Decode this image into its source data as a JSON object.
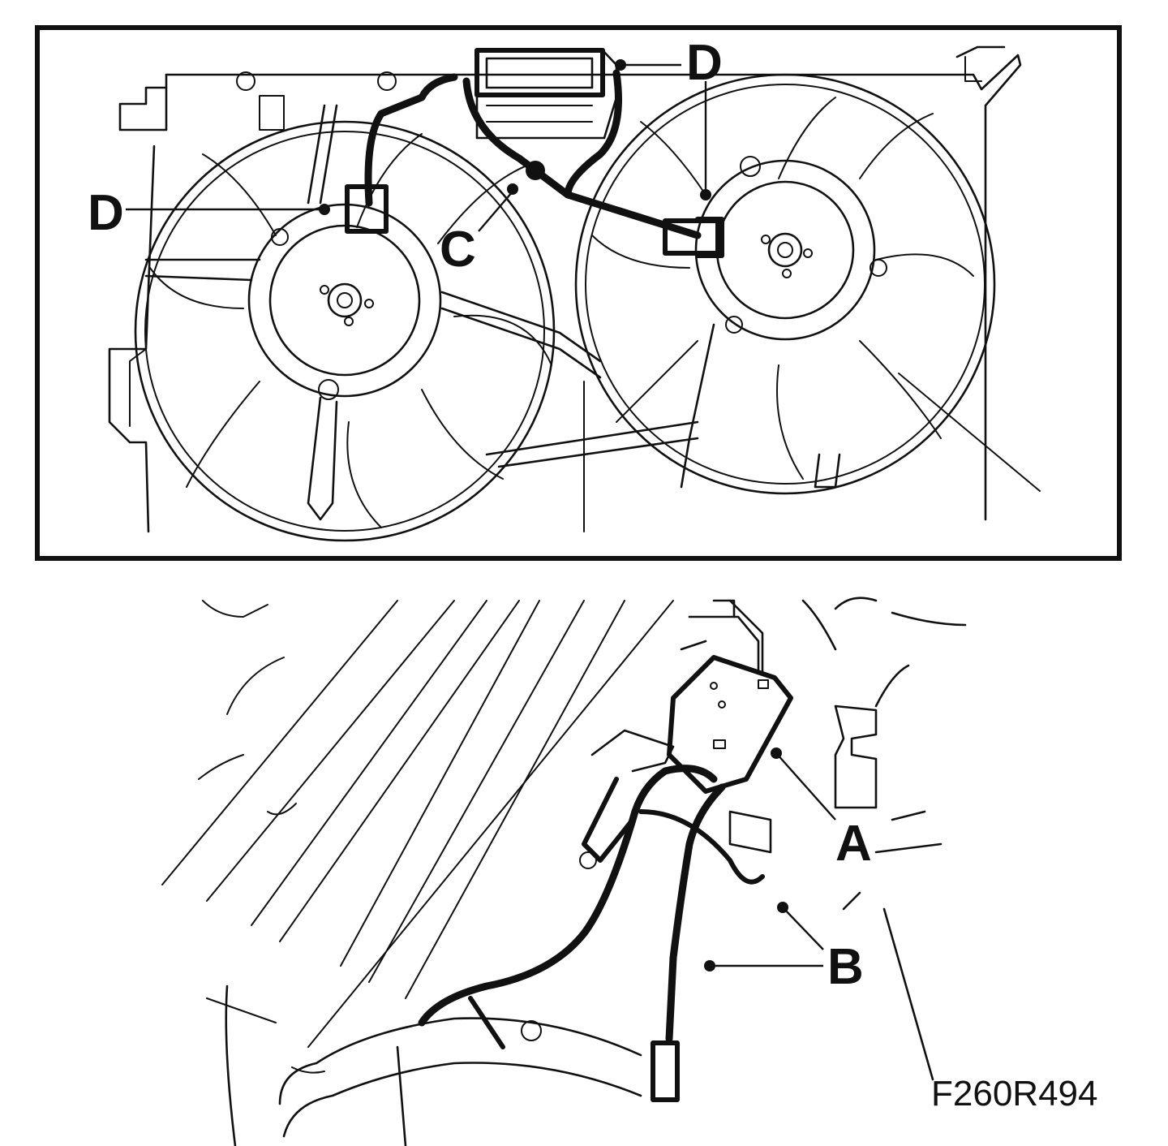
{
  "callouts": {
    "a": "A",
    "b": "B",
    "c": "C",
    "d": "D"
  },
  "figure_code": "F260R494",
  "colors": {
    "ink": "#111111",
    "paper": "#ffffff"
  }
}
